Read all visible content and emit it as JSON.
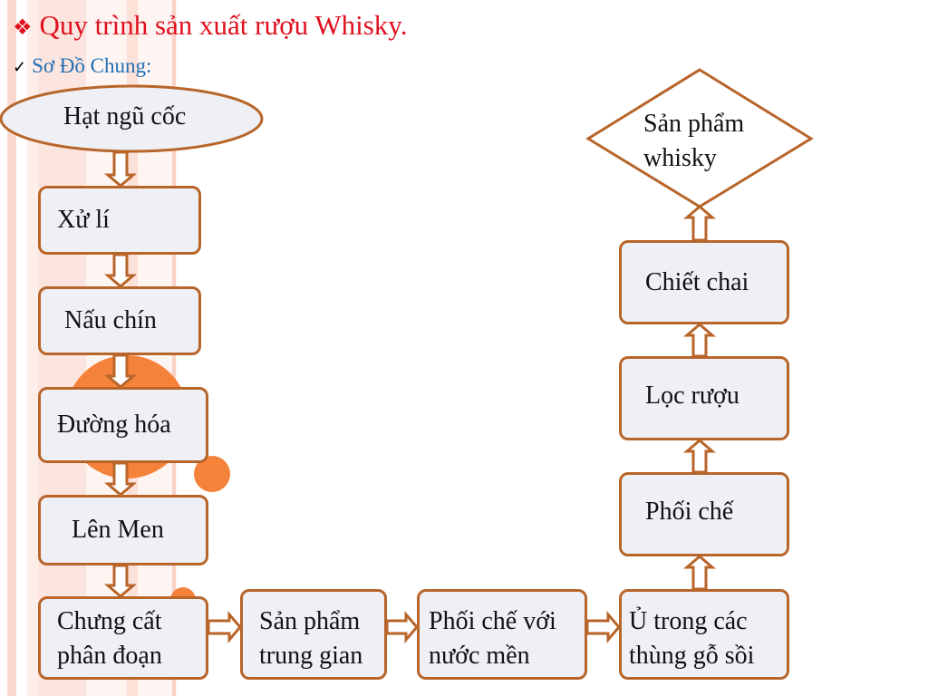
{
  "slide": {
    "title": "Quy trình sản xuất rượu Whisky.",
    "title_bullet_icon": "diamond-bullet-icon",
    "subtitle": "Sơ Đồ Chung:",
    "subtitle_bullet_icon": "checkmark-icon"
  },
  "diagram": {
    "start": "Hạt ngũ cốc",
    "steps": {
      "xu_li": "Xử lí",
      "nau_chin": "Nấu chín",
      "duong_hoa": "Đường hóa",
      "len_men": "Lên Men",
      "chung_cat": "Chưng cất\nphân đoạn",
      "san_pham_trung_gian": "Sản phẩm\ntrung gian",
      "phoi_che_nuoc": "Phối chế với\nnước mền",
      "u_thung": "Ủ trong các\nthùng gỗ sồi",
      "phoi_che": "Phối chế",
      "loc_ruou": "Lọc rượu",
      "chiet_chai": "Chiết chai"
    },
    "end": "Sản phẩm\nwhisky"
  },
  "colors": {
    "title": "#e0101e",
    "subtitle": "#1f6fb5",
    "border": "#b8652a",
    "fill": "#eef0f5",
    "accent": "#f5823a"
  }
}
